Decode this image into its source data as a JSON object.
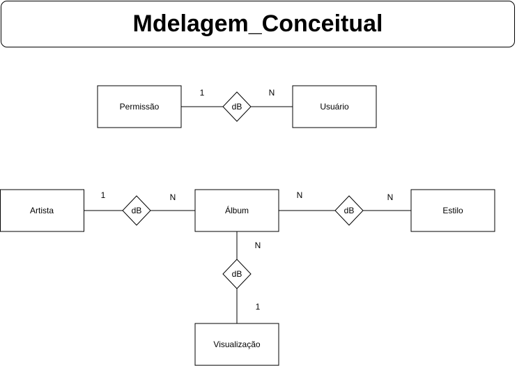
{
  "title": "Mdelagem_Conceitual",
  "entities": {
    "permissao": "Permissão",
    "usuario": "Usuário",
    "artista": "Artista",
    "album": "Álbum",
    "estilo": "Estilo",
    "visualizacao": "Visualização"
  },
  "relationships": {
    "permissao_usuario": "dB",
    "artista_album": "dB",
    "album_estilo": "dB",
    "album_visualizacao": "dB"
  },
  "cardinalities": {
    "permissao_side": "1",
    "usuario_side": "N",
    "artista_side": "1",
    "album_from_artista": "N",
    "album_to_estilo": "N",
    "estilo_side": "N",
    "album_to_visualizacao": "N",
    "visualizacao_side": "1"
  }
}
